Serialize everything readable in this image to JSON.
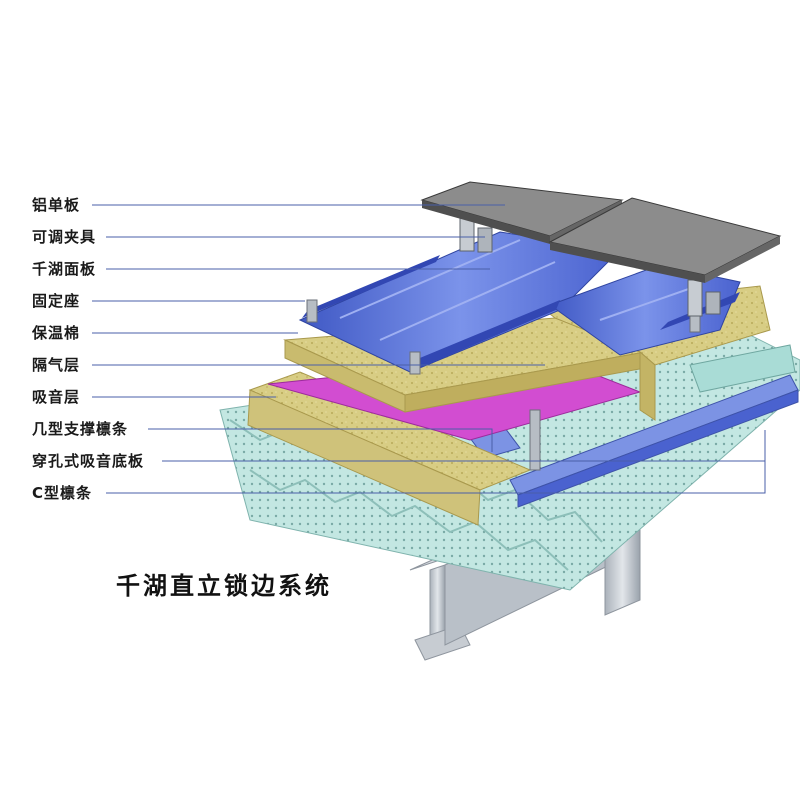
{
  "labels": [
    "铝单板",
    "可调夹具",
    "千湖面板",
    "固定座",
    "保温棉",
    "隔气层",
    "吸音层",
    "几型支撑檩条",
    "穿孔式吸音底板",
    "C型檩条"
  ],
  "caption": "千湖直立锁边系统",
  "colors": {
    "aluminum_panel": "#8a8a8a",
    "roof_panel": "#5a73d6",
    "insulation": "#d4c77a",
    "vapor_barrier": "#d04ccf",
    "perforated_deck": "#bfe4e0",
    "steel_beam": "#c9cfd6",
    "leader_line": "#4a5fa8"
  }
}
